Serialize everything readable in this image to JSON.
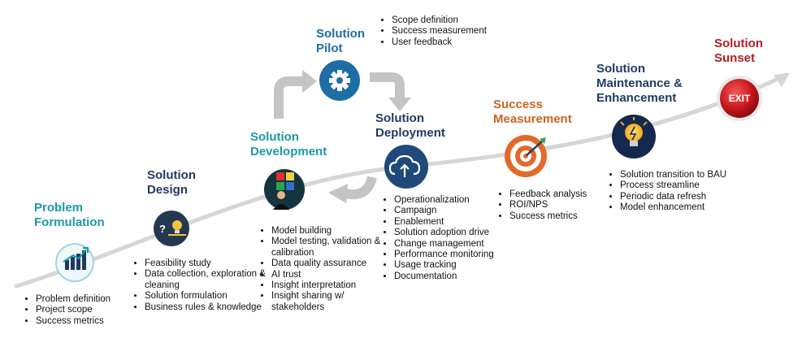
{
  "stages": [
    {
      "id": "problem-formulation",
      "title_lines": [
        "Problem",
        "Formulation"
      ],
      "items": [
        "Problem definition",
        "Project scope",
        "Success metrics"
      ],
      "icon": "growth-chart-icon",
      "color": "#1a9aa5"
    },
    {
      "id": "solution-design",
      "title_lines": [
        "Solution",
        "Design"
      ],
      "items": [
        "Feasibility study",
        "Data collection, exploration & cleaning",
        "Solution formulation",
        "Business rules & knowledge"
      ],
      "icon": "idea-question-icon",
      "color": "#1f3a5f"
    },
    {
      "id": "solution-development",
      "title_lines": [
        "Solution",
        "Development"
      ],
      "items": [
        "Model building",
        "Model testing, validation & calibration",
        "Data quality assurance",
        "AI trust",
        "Insight interpretation",
        "Insight sharing w/ stakeholders"
      ],
      "icon": "puzzle-developer-icon",
      "color": "#1a9aa5"
    },
    {
      "id": "solution-pilot",
      "title_lines": [
        "Solution",
        "Pilot"
      ],
      "items": [
        "Scope definition",
        "Success measurement",
        "User feedback"
      ],
      "icon": "gear-icon",
      "color": "#1c6ea4"
    },
    {
      "id": "solution-deployment",
      "title_lines": [
        "Solution",
        "Deployment"
      ],
      "items": [
        "Operationalization",
        "Campaign",
        "Enablement",
        "Solution adoption drive",
        "Change management",
        "Performance monitoring",
        "Usage tracking",
        "Documentation"
      ],
      "icon": "cloud-upload-icon",
      "color": "#1f3a5f"
    },
    {
      "id": "success-measurement",
      "title_lines": [
        "Success",
        "Measurement"
      ],
      "items": [
        "Feedback analysis",
        "ROI/NPS",
        "Success metrics"
      ],
      "icon": "target-icon",
      "color": "#c8641e"
    },
    {
      "id": "solution-maintenance",
      "title_lines": [
        "Solution",
        "Maintenance &",
        "Enhancement"
      ],
      "items": [
        "Solution transition to BAU",
        "Process streamline",
        "Periodic data refresh",
        "Model enhancement"
      ],
      "icon": "lightbulb-icon",
      "color": "#1f3a5f"
    },
    {
      "id": "solution-sunset",
      "title_lines": [
        "Solution",
        "Sunset"
      ],
      "items": [],
      "icon": "exit-button-icon",
      "color": "#b01e24"
    }
  ],
  "exit_label": "EXIT"
}
